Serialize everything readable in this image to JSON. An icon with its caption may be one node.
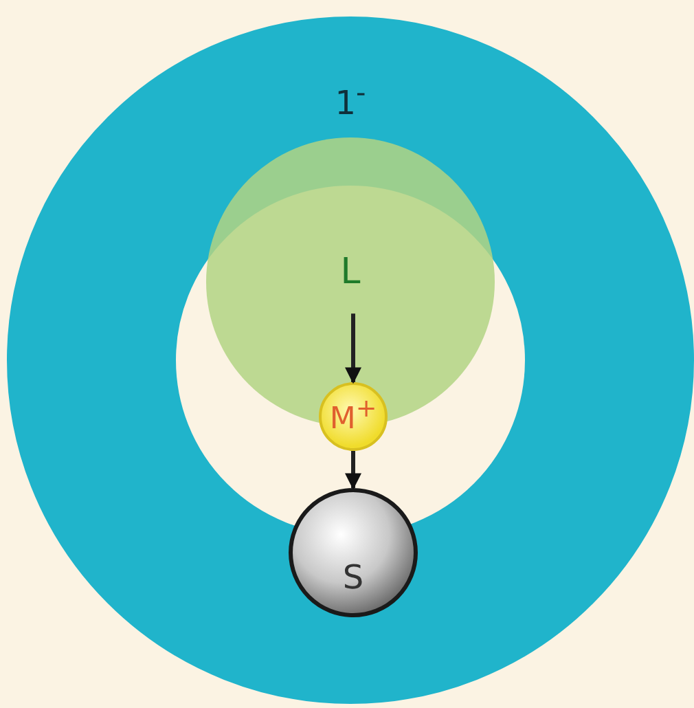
{
  "diagram": {
    "nodes": [
      {
        "text": [
          "1$^{-}$"
        ]
      },
      {
        "text": [
          "L"
        ],
        "in": 0
      },
      {
        "text": [
          "M$^{+}$"
        ],
        "in": 0
      },
      {
        "text": [
          "S"
        ],
        "in": 0
      }
    ],
    "edges": [
      {
        "from": 1,
        "to": 2,
        "arrow": "to"
      },
      {
        "from": 2,
        "to": 3,
        "arrow": "to"
      }
    ]
  }
}
